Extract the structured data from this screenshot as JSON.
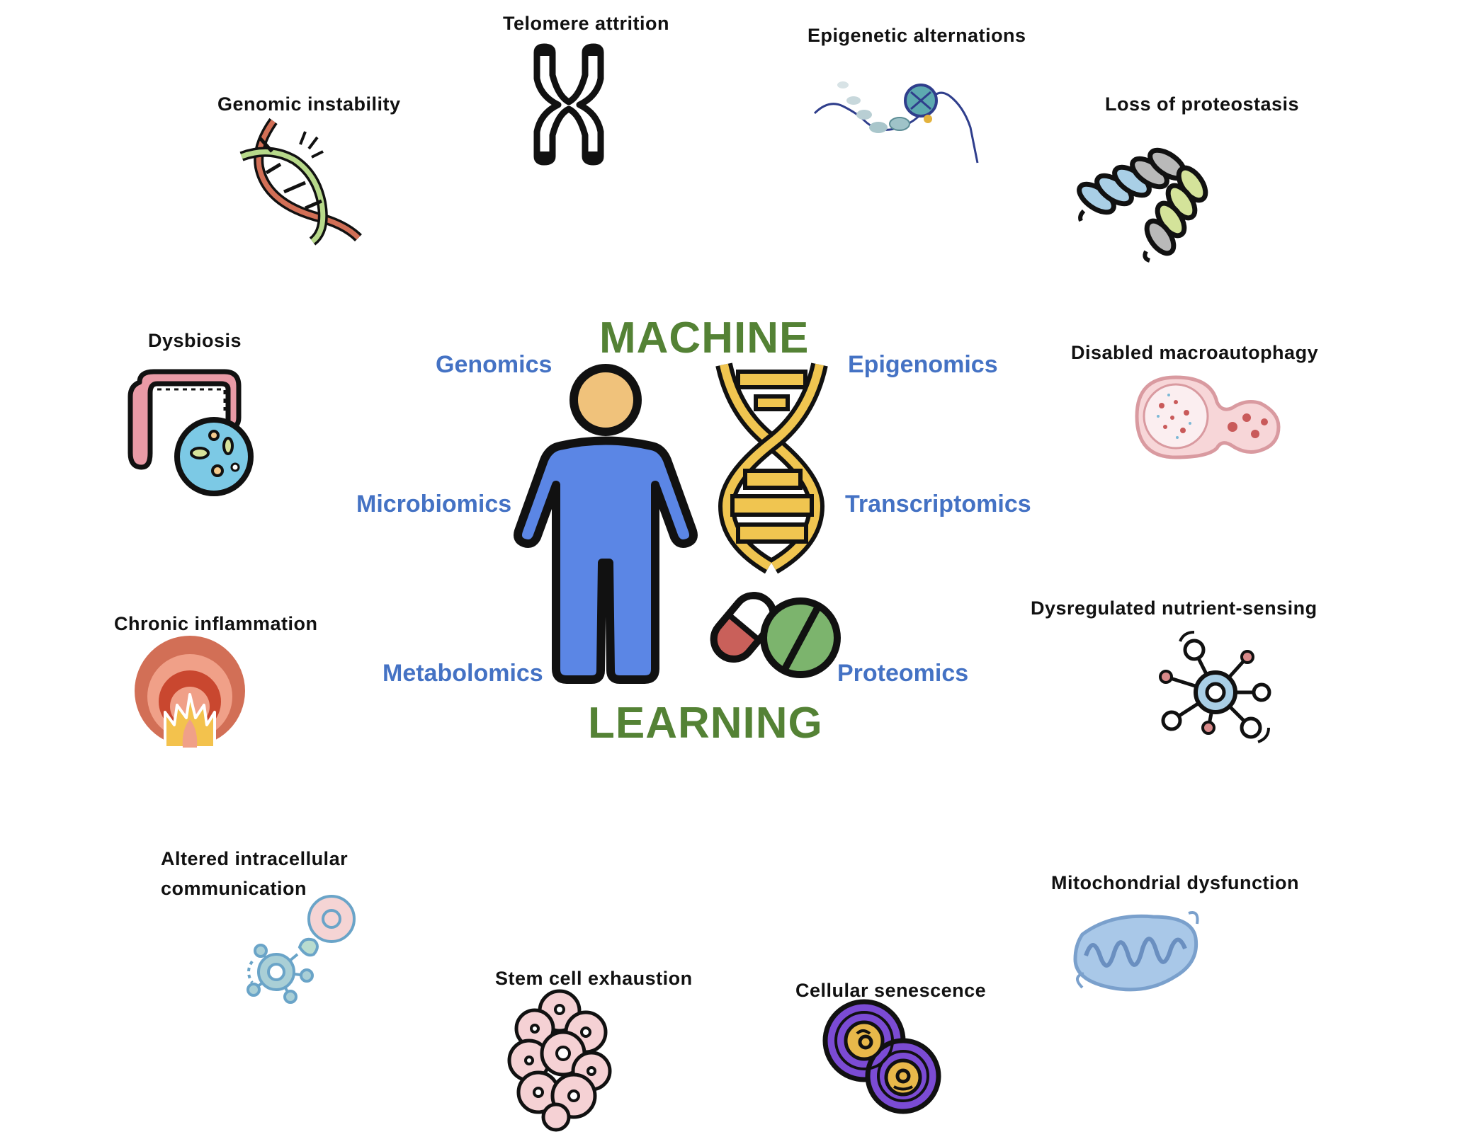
{
  "title": {
    "top": "MACHINE",
    "bottom": "LEARNING"
  },
  "omics": {
    "genomics": "Genomics",
    "epigenomics": "Epigenomics",
    "microbiomics": "Microbiomics",
    "transcriptomics": "Transcriptomics",
    "metabolomics": "Metabolomics",
    "proteomics": "Proteomics"
  },
  "hallmarks": {
    "telomere": "Telomere attrition",
    "epigenetic": "Epigenetic alternations",
    "genomic": "Genomic instability",
    "proteostasis": "Loss of proteostasis",
    "dysbiosis": "Dysbiosis",
    "macroautophagy": "Disabled macroautophagy",
    "inflammation": "Chronic inflammation",
    "nutrient": "Dysregulated nutrient-sensing",
    "intercellular_line1": "Altered intracellular",
    "intercellular_line2": "communication",
    "mitochondrial": "Mitochondrial dysfunction",
    "stemcell": "Stem cell exhaustion",
    "senescence": "Cellular senescence"
  },
  "colors": {
    "title_green": "#548235",
    "omics_blue": "#4472c4",
    "person_blue": "#5b86e5",
    "skin": "#f0c27b",
    "dna_yellow": "#f0c550"
  },
  "icons": [
    "chromosome-icon",
    "nucleosome-icon",
    "broken-dna-icon",
    "protein-helix-icon",
    "intestine-bacteria-icon",
    "autophagosome-icon",
    "inflammation-fire-icon",
    "nutrient-receptor-icon",
    "cell-signaling-icon",
    "mitochondrion-icon",
    "stem-cell-cluster-icon",
    "senescent-cell-icon",
    "person-icon",
    "dna-helix-icon",
    "pills-icon"
  ]
}
